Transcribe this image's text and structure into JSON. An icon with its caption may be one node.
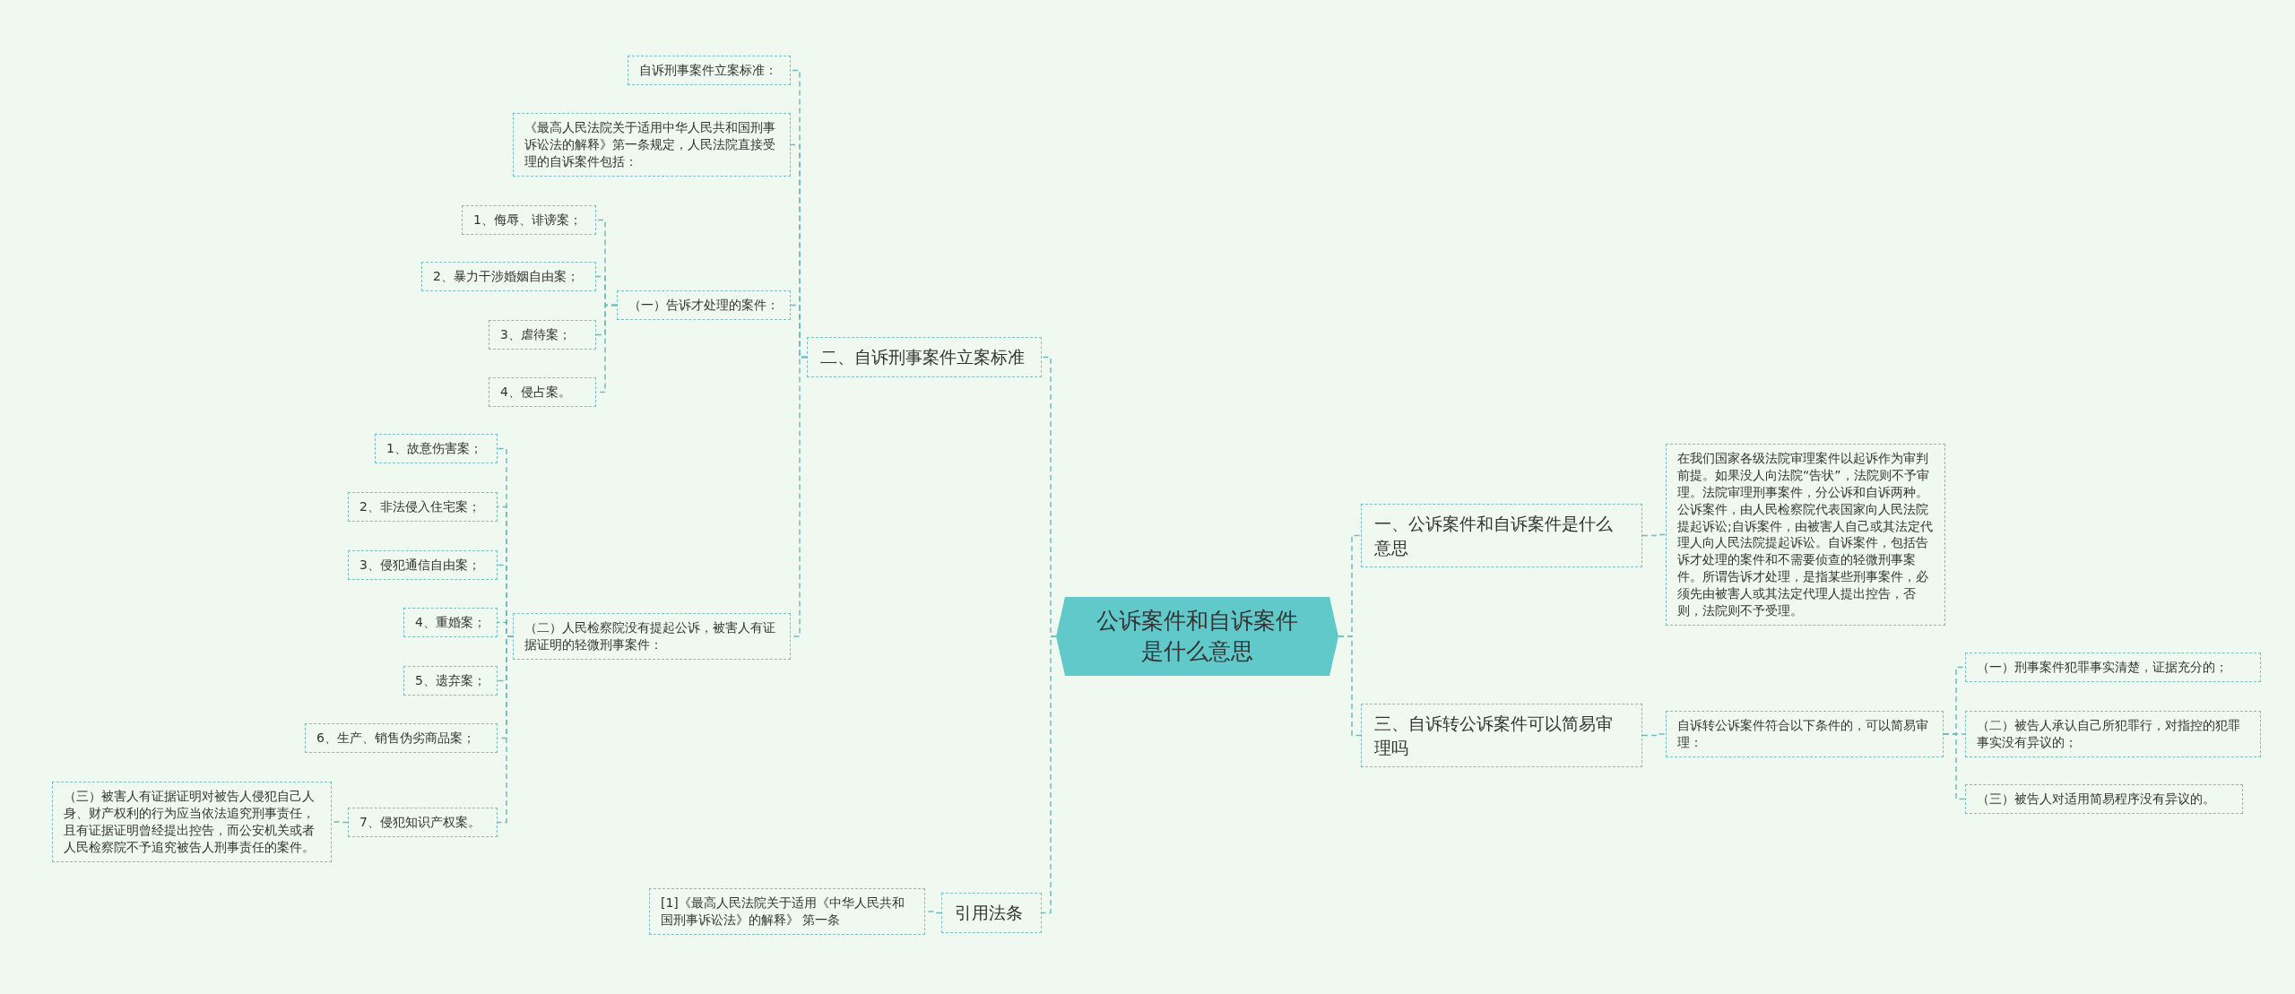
{
  "diagram": {
    "nodes": [
      {
        "text": [
          "公诉案件和自诉案件是什么意思"
        ]
      },
      {
        "text": [
          "一、公诉案件和自诉案件是什么意思"
        ]
      },
      {
        "text": [
          "在我们国家各级法院审理案件以起诉作为审判前提。如果没人向法院“告状”，法院则不予审理。法院审理刑事案件，分公诉和自诉两种。公诉案件，由人民检察院代表国家向人民法院提起诉讼;自诉案件，由被害人自己或其法定代理人向人民法院提起诉讼。自诉案件，包括告诉才处理的案件和不需要侦查的轻微刑事案件。所谓告诉才处理，是指某些刑事案件，必须先由被害人或其法定代理人提出控告，否则，法院则不予受理。"
        ]
      },
      {
        "text": [
          "三、自诉转公诉案件可以简易审理吗"
        ]
      },
      {
        "text": [
          "自诉转公诉案件符合以下条件的，可以简易审理："
        ]
      },
      {
        "text": [
          "（一）刑事案件犯罪事实清楚，证据充分的；"
        ]
      },
      {
        "text": [
          "（二）被告人承认自己所犯罪行，对指控的犯罪事实没有异议的；"
        ]
      },
      {
        "text": [
          "（三）被告人对适用简易程序没有异议的。"
        ]
      },
      {
        "text": [
          "二、自诉刑事案件立案标准"
        ]
      },
      {
        "text": [
          "自诉刑事案件立案标准："
        ]
      },
      {
        "text": [
          "《最高人民法院关于适用中华人民共和国刑事诉讼法的解释》第一条规定，人民法院直接受理的自诉案件包括："
        ]
      },
      {
        "text": [
          "（一）告诉才处理的案件："
        ]
      },
      {
        "text": [
          "1、侮辱、诽谤案；"
        ]
      },
      {
        "text": [
          "2、暴力干涉婚姻自由案；"
        ]
      },
      {
        "text": [
          "3、虐待案；"
        ]
      },
      {
        "text": [
          "4、侵占案。"
        ]
      },
      {
        "text": [
          "（二）人民检察院没有提起公诉，被害人有证据证明的轻微刑事案件："
        ]
      },
      {
        "text": [
          "1、故意伤害案；"
        ]
      },
      {
        "text": [
          "2、非法侵入住宅案；"
        ]
      },
      {
        "text": [
          "3、侵犯通信自由案；"
        ]
      },
      {
        "text": [
          "4、重婚案；"
        ]
      },
      {
        "text": [
          "5、遗弃案；"
        ]
      },
      {
        "text": [
          "6、生产、销售伪劣商品案；"
        ]
      },
      {
        "text": [
          "7、侵犯知识产权案。"
        ]
      },
      {
        "text": [
          "（三）被害人有证据证明对被告人侵犯自己人身、财产权利的行为应当依法追究刑事责任，且有证据证明曾经提出控告，而公安机关或者人民检察院不予追究被告人刑事责任的案件。"
        ]
      },
      {
        "text": [
          "引用法条"
        ]
      },
      {
        "text": [
          "[1]《最高人民法院关于适用《中华人民共和国刑事诉讼法》的解释》 第一条"
        ]
      }
    ],
    "edges": [
      {
        "from": 0,
        "to": 1,
        "arrow": "none"
      },
      {
        "from": 1,
        "to": 2,
        "arrow": "none"
      },
      {
        "from": 0,
        "to": 3,
        "arrow": "none"
      },
      {
        "from": 3,
        "to": 4,
        "arrow": "none"
      },
      {
        "from": 4,
        "to": 5,
        "arrow": "none"
      },
      {
        "from": 4,
        "to": 6,
        "arrow": "none"
      },
      {
        "from": 4,
        "to": 7,
        "arrow": "none"
      },
      {
        "from": 0,
        "to": 8,
        "arrow": "none"
      },
      {
        "from": 8,
        "to": 9,
        "arrow": "none"
      },
      {
        "from": 8,
        "to": 10,
        "arrow": "none"
      },
      {
        "from": 8,
        "to": 11,
        "arrow": "none"
      },
      {
        "from": 11,
        "to": 12,
        "arrow": "none"
      },
      {
        "from": 11,
        "to": 13,
        "arrow": "none"
      },
      {
        "from": 11,
        "to": 14,
        "arrow": "none"
      },
      {
        "from": 11,
        "to": 15,
        "arrow": "none"
      },
      {
        "from": 8,
        "to": 16,
        "arrow": "none"
      },
      {
        "from": 16,
        "to": 17,
        "arrow": "none"
      },
      {
        "from": 16,
        "to": 18,
        "arrow": "none"
      },
      {
        "from": 16,
        "to": 19,
        "arrow": "none"
      },
      {
        "from": 16,
        "to": 20,
        "arrow": "none"
      },
      {
        "from": 16,
        "to": 21,
        "arrow": "none"
      },
      {
        "from": 16,
        "to": 22,
        "arrow": "none"
      },
      {
        "from": 16,
        "to": 23,
        "arrow": "none"
      },
      {
        "from": 23,
        "to": 24,
        "arrow": "none"
      },
      {
        "from": 0,
        "to": 25,
        "arrow": "none"
      },
      {
        "from": 25,
        "to": 26,
        "arrow": "none"
      }
    ]
  }
}
